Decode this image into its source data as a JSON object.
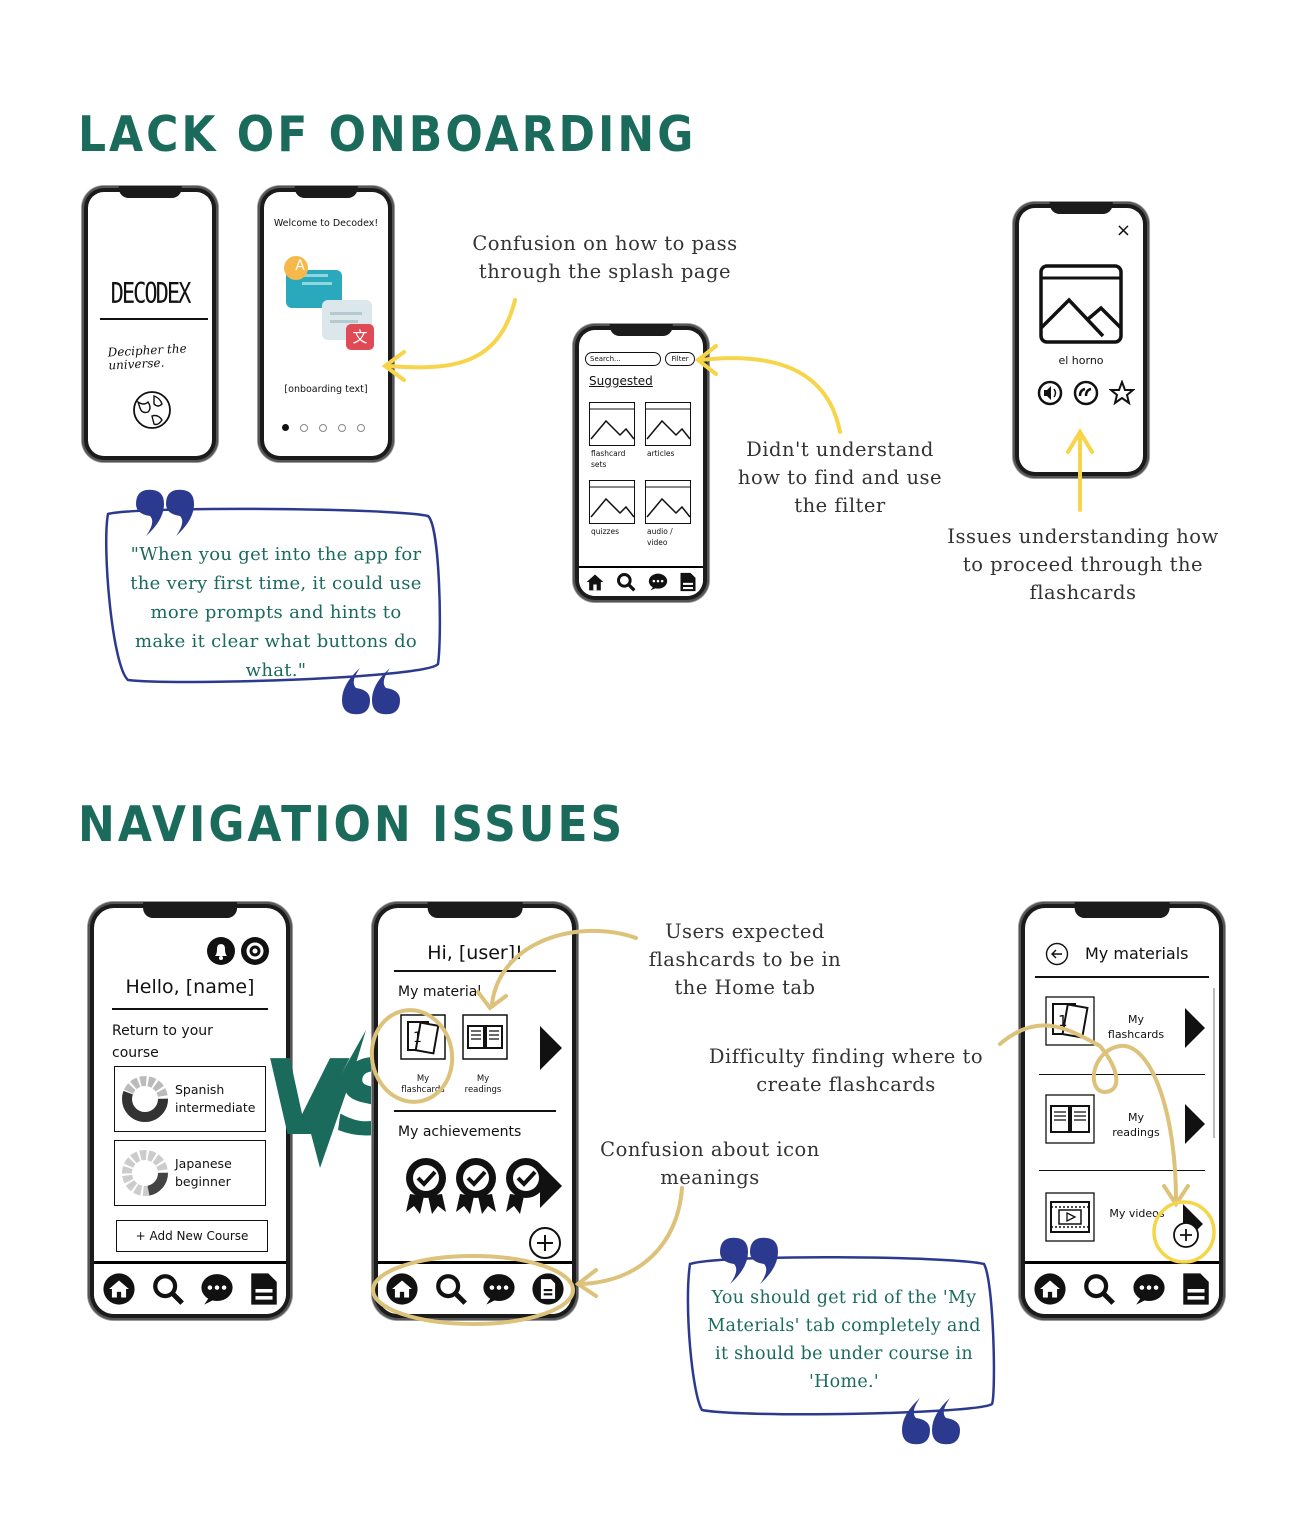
{
  "sections": {
    "onboarding_title": "LACK OF ONBOARDING",
    "navigation_title": "NAVIGATION ISSUES"
  },
  "splash": {
    "logo": "DECODEX",
    "tagline": "Decipher the universe."
  },
  "welcome": {
    "title": "Welcome to Decodex!",
    "body": "[onboarding text]",
    "icon_a": "A",
    "icon_zh": "文"
  },
  "search_screen": {
    "search_placeholder": "Search...",
    "filter_label": "Filter",
    "suggested_label": "Suggested",
    "tiles": [
      {
        "label": "flashcard sets"
      },
      {
        "label": "articles"
      },
      {
        "label": "quizzes"
      },
      {
        "label": "audio / video"
      }
    ]
  },
  "flashcard_screen": {
    "close": "×",
    "word": "el horno"
  },
  "annotations": {
    "splash": "Confusion on how to pass through the splash page",
    "filter": "Didn't understand how to find and use the filter",
    "flashcards": "Issues understanding how to proceed through the flashcards",
    "home_tab": "Users expected flashcards to be in the Home tab",
    "create": "Difficulty finding where to create flashcards",
    "icons": "Confusion about icon meanings"
  },
  "quotes": {
    "onboarding": "\"When you get into the app for the very first time, it could use more prompts and hints to make it clear what buttons do what.\"",
    "navigation": "You should get rid of the 'My Materials' tab completely and it should be under course in 'Home.'"
  },
  "home_a": {
    "greeting": "Hello, [name]",
    "return_label": "Return to your course",
    "courses": [
      {
        "name": "Spanish intermediate"
      },
      {
        "name": "Japanese beginner"
      }
    ],
    "add_course": "+ Add New Course"
  },
  "vs_label": "VS",
  "home_b": {
    "greeting": "Hi, [user]!",
    "materials_label": "My material",
    "materials": [
      {
        "label": "My flashcards"
      },
      {
        "label": "My readings"
      }
    ],
    "achievements_label": "My achievements"
  },
  "my_materials": {
    "title": "My materials",
    "items": [
      {
        "label": "My flashcards"
      },
      {
        "label": "My readings"
      },
      {
        "label": "My videos"
      }
    ]
  },
  "colors": {
    "heading": "#1b6b5c",
    "quote_border": "#2b3a8f",
    "yellow": "#f6d54a",
    "tan": "#dcc27a"
  }
}
